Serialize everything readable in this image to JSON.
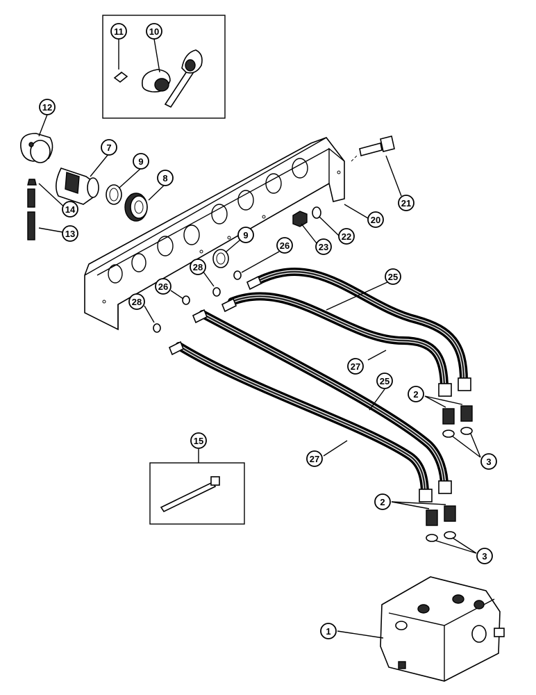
{
  "callouts": {
    "c1": "1",
    "c2a": "2",
    "c2b": "2",
    "c3a": "3",
    "c3b": "3",
    "c7": "7",
    "c8": "8",
    "c9a": "9",
    "c9b": "9",
    "c10": "10",
    "c11": "11",
    "c12": "12",
    "c13": "13",
    "c14": "14",
    "c15": "15",
    "c20": "20",
    "c21": "21",
    "c22": "22",
    "c23": "23",
    "c25a": "25",
    "c25b": "25",
    "c26a": "26",
    "c26b": "26",
    "c27a": "27",
    "c27b": "27",
    "c28a": "28",
    "c28b": "28"
  }
}
